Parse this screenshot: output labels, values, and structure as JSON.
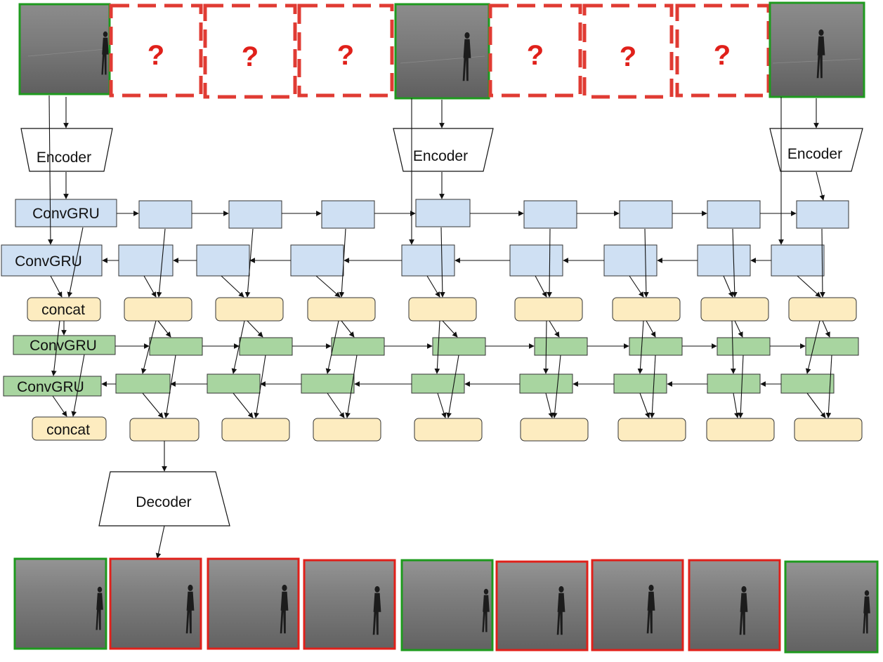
{
  "labels": {
    "encoder": "Encoder",
    "decoder": "Decoder",
    "convgru": "ConvGRU",
    "concat": "concat",
    "missing_frame": "?"
  },
  "colors": {
    "known_frame_border": "#1e9a1e",
    "missing_frame_border": "#e03b33",
    "question_mark": "#e0201a",
    "encoder_gru": "#cfe0f3",
    "decoder_gru": "#a8d5a0",
    "concat": "#fdecc0",
    "arrow": "#111111"
  },
  "input_frames": [
    "known",
    "missing",
    "missing",
    "missing",
    "known",
    "missing",
    "missing",
    "missing",
    "known"
  ],
  "output_frames": [
    "known",
    "generated",
    "generated",
    "generated",
    "known",
    "generated",
    "generated",
    "generated",
    "known"
  ]
}
